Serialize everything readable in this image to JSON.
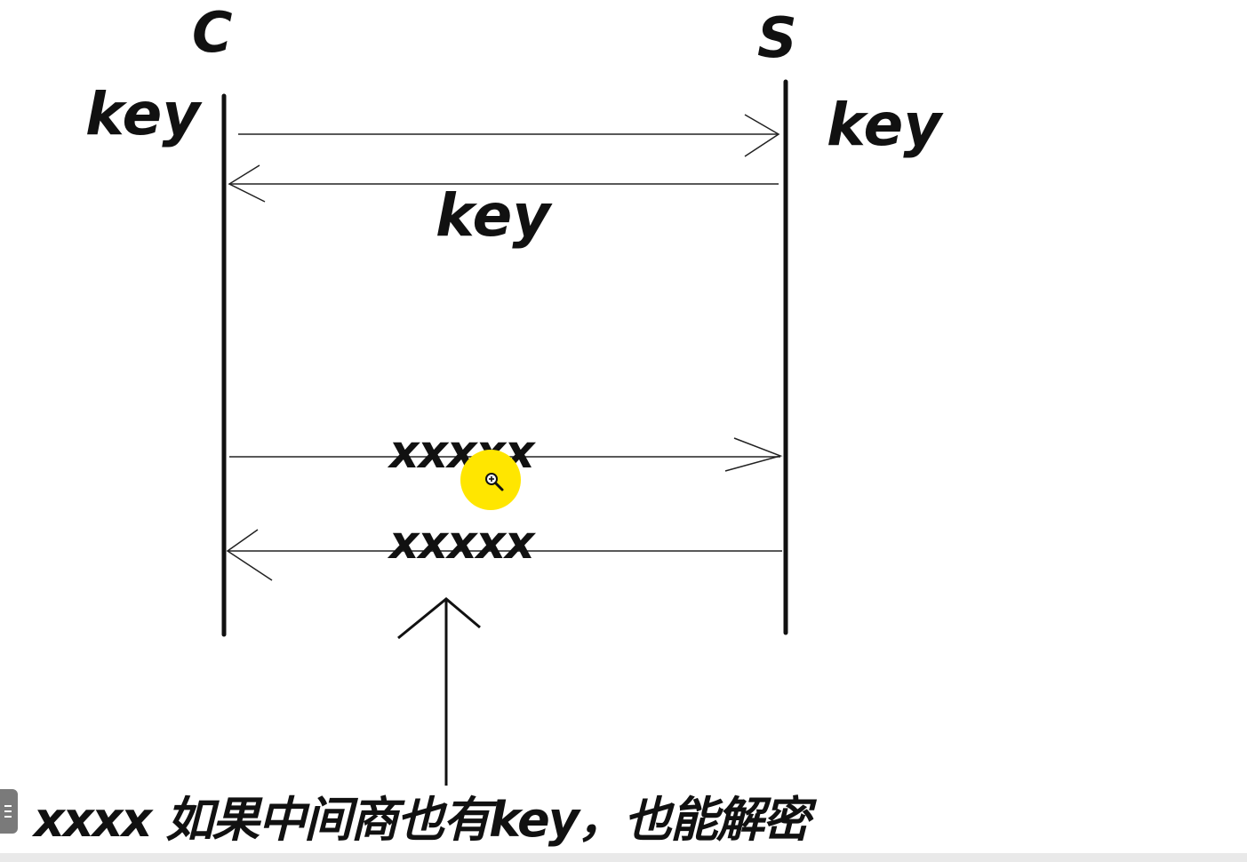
{
  "diagram": {
    "client_label": "C",
    "server_label": "S",
    "client_key_label": "key",
    "server_key_label": "key",
    "transfer_key_label": "key",
    "message_request": "xxxxx",
    "message_response": "xxxxx",
    "caption": "xxxx 如果中间商也有key，也能解密"
  },
  "overlay": {
    "cursor_highlight_color": "#ffe600",
    "cursor_icon": "zoom-in-icon",
    "side_tab_icon": "menu-icon"
  }
}
